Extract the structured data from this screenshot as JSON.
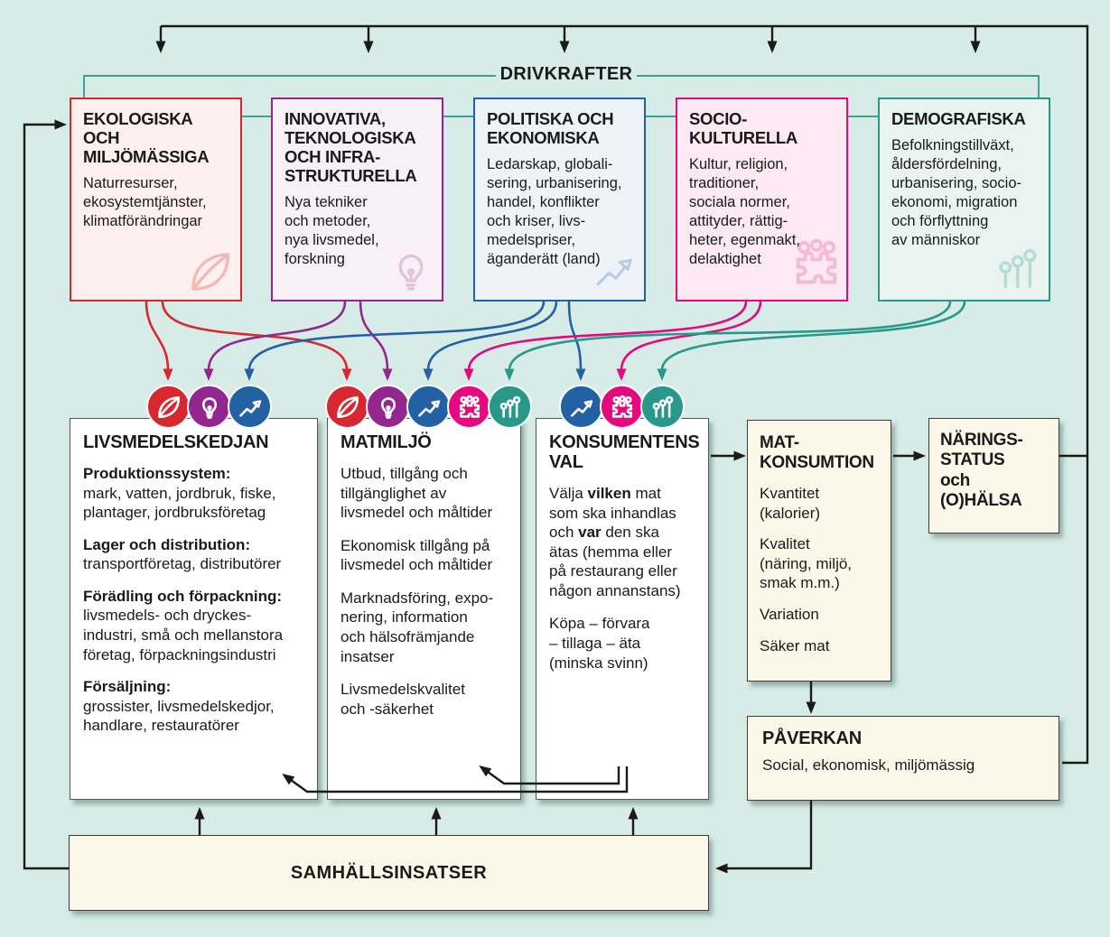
{
  "header": {
    "title": "DRIVKRAFTER"
  },
  "colors": {
    "background": "#d7ece6",
    "red": "#d7282f",
    "purple": "#93278f",
    "blue": "#2361a5",
    "pink": "#e5087e",
    "teal": "#28988b",
    "cream_box": "#fbf7e9",
    "teal_line": "#2a9488",
    "black_line": "#1a1a1a"
  },
  "drivers": {
    "ekologiska": {
      "title": "EKOLOGISKA OCH\nMILJÖMÄSSIGA",
      "body": "Naturresurser,\nekosystemtjänster,\nklimatförändringar",
      "icon": "leaf-icon",
      "color": "#d7282f"
    },
    "innovativa": {
      "title": "INNOVATIVA,\nTEKNOLOGISKA\nOCH INFRA-\nSTRUKTURELLA",
      "body": "Nya tekniker\noch metoder,\nnya livsmedel,\nforskning",
      "icon": "lightbulb-icon",
      "color": "#93278f"
    },
    "politiska": {
      "title": "POLITISKA OCH\nEKONOMISKA",
      "body": "Ledarskap, globali-\nsering, urbanisering,\nhandel, konflikter\noch kriser, livs-\nmedelspriser,\näganderätt (land)",
      "icon": "trend-arrow-icon",
      "color": "#2361a5"
    },
    "sociokulturella": {
      "title": "SOCIO-\nKULTURELLA",
      "body": "Kultur, religion,\ntraditioner,\nsociala normer,\nattityder, rättig-\nheter, egenmakt,\ndelaktighet",
      "icon": "people-puzzle-icon",
      "color": "#e5087e"
    },
    "demografiska": {
      "title": "DEMOGRAFISKA",
      "body": "Befolkningstillväxt,\nåldersfördelning,\nurbanisering, socio-\nekonomi, migration\noch förflyttning\nav människor",
      "icon": "population-pins-icon",
      "color": "#28988b"
    }
  },
  "icon_chips": {
    "livsmedelskedjan": [
      "leaf-icon",
      "lightbulb-icon",
      "trend-arrow-icon"
    ],
    "matmiljo": [
      "leaf-icon",
      "lightbulb-icon",
      "trend-arrow-icon",
      "people-puzzle-icon",
      "population-pins-icon"
    ],
    "konsumentens_val": [
      "trend-arrow-icon",
      "people-puzzle-icon",
      "population-pins-icon"
    ]
  },
  "livsmedelskedjan": {
    "title": "LIVSMEDELSKEDJAN",
    "sections": [
      {
        "label": "Produktionssystem:",
        "text": "mark, vatten, jordbruk, fiske,\nplantager, jordbruksföretag"
      },
      {
        "label": "Lager och distribution:",
        "text": "transportföretag, distributörer"
      },
      {
        "label": "Förädling och förpackning:",
        "text": "livsmedels- och dryckes-\nindustri, små och mellanstora\nföretag, förpackningsindustri"
      },
      {
        "label": "Försäljning:",
        "text": "grossister, livsmedelskedjor,\nhandlare, restauratörer"
      }
    ]
  },
  "matmiljo": {
    "title": "MATMILJÖ",
    "paragraphs": [
      "Utbud, tillgång och\ntillgänglighet av\nlivsmedel och måltider",
      "Ekonomisk tillgång på\nlivsmedel och måltider",
      "Marknadsföring, expo-\nnering, information\noch hälsofrämjande\ninsatser",
      "Livsmedelskvalitet\noch -säkerhet"
    ]
  },
  "konsumentensval": {
    "title": "KONSUMENTENS\nVAL",
    "p1": {
      "a": "Välja ",
      "b": "vilken",
      "c": " mat\nsom ska inhandlas\noch ",
      "d": "var",
      "e": " den ska\nätas (hemma eller\npå restaurang eller\nnågon annanstans)"
    },
    "p2": "Köpa – förvara\n– tillaga – äta\n(minska svinn)"
  },
  "matkonsumtion": {
    "title": "MAT-\nKONSUMTION",
    "items": [
      "Kvantitet\n(kalorier)",
      "Kvalitet\n(näring, miljö,\nsmak m.m.)",
      "Variation",
      "Säker mat"
    ]
  },
  "naringsstatus": {
    "title": "NÄRINGS-\nSTATUS\noch\n(O)HÄLSA"
  },
  "paverkan": {
    "title": "PÅVERKAN",
    "body": "Social, ekonomisk, miljömässig"
  },
  "samhallsinsatser": {
    "title": "SAMHÄLLSINSATSER"
  }
}
